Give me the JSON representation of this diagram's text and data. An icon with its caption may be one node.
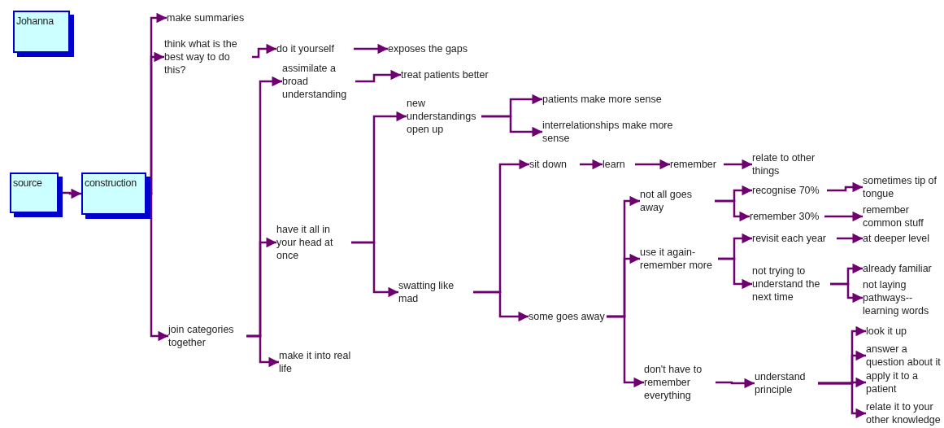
{
  "diagram": {
    "nodes": [
      {
        "text": [
          "Johanna"
        ]
      },
      {
        "text": [
          "source"
        ]
      },
      {
        "text": [
          "construction"
        ]
      },
      {
        "text": [
          "make summaries"
        ]
      },
      {
        "text": [
          "think what is the best way to do this?"
        ]
      },
      {
        "text": [
          "do it yourself"
        ]
      },
      {
        "text": [
          "exposes the gaps"
        ]
      },
      {
        "text": [
          "assimilate a broad understanding"
        ]
      },
      {
        "text": [
          "treat patients better"
        ]
      },
      {
        "text": [
          "new understandings open up"
        ]
      },
      {
        "text": [
          "patients make more sense"
        ]
      },
      {
        "text": [
          "interrelationships make more sense"
        ]
      },
      {
        "text": [
          "sit down"
        ]
      },
      {
        "text": [
          "learn"
        ]
      },
      {
        "text": [
          "remember"
        ]
      },
      {
        "text": [
          "relate to other things"
        ]
      },
      {
        "text": [
          "have it all in your head at once"
        ]
      },
      {
        "text": [
          "not all goes away"
        ]
      },
      {
        "text": [
          "recognise 70%"
        ]
      },
      {
        "text": [
          "sometimes tip of tongue"
        ]
      },
      {
        "text": [
          "remember 30%"
        ]
      },
      {
        "text": [
          "remember common stuff"
        ]
      },
      {
        "text": [
          "revisit each year"
        ]
      },
      {
        "text": [
          "at deeper level"
        ]
      },
      {
        "text": [
          "use it again-remember more"
        ]
      },
      {
        "text": [
          "not trying to understand the next time"
        ]
      },
      {
        "text": [
          "already familiar"
        ]
      },
      {
        "text": [
          "not laying pathways--learning words"
        ]
      },
      {
        "text": [
          "swatting like mad"
        ]
      },
      {
        "text": [
          "some goes away"
        ]
      },
      {
        "text": [
          "join categories together"
        ]
      },
      {
        "text": [
          "make it into real life"
        ]
      },
      {
        "text": [
          "don't have to remember everything"
        ]
      },
      {
        "text": [
          "understand principle"
        ]
      },
      {
        "text": [
          "look it up"
        ]
      },
      {
        "text": [
          "answer a question about it"
        ]
      },
      {
        "text": [
          "apply it to a patient"
        ]
      },
      {
        "text": [
          "relate it to your other knowledge"
        ]
      }
    ],
    "edges": [
      {
        "from": 1,
        "to": 2,
        "arrow": "to"
      },
      {
        "from": 2,
        "to": 3,
        "arrow": "to"
      },
      {
        "from": 2,
        "to": 4,
        "arrow": "to"
      },
      {
        "from": 2,
        "to": 30,
        "arrow": "to"
      },
      {
        "from": 4,
        "to": 5,
        "arrow": "to"
      },
      {
        "from": 5,
        "to": 6,
        "arrow": "to"
      },
      {
        "from": 30,
        "to": 7,
        "arrow": "to"
      },
      {
        "from": 30,
        "to": 16,
        "arrow": "to"
      },
      {
        "from": 30,
        "to": 31,
        "arrow": "to"
      },
      {
        "from": 7,
        "to": 8,
        "arrow": "to"
      },
      {
        "from": 16,
        "to": 9,
        "arrow": "to"
      },
      {
        "from": 16,
        "to": 28,
        "arrow": "to"
      },
      {
        "from": 9,
        "to": 10,
        "arrow": "to"
      },
      {
        "from": 9,
        "to": 11,
        "arrow": "to"
      },
      {
        "from": 28,
        "to": 12,
        "arrow": "to"
      },
      {
        "from": 28,
        "to": 29,
        "arrow": "to"
      },
      {
        "from": 12,
        "to": 13,
        "arrow": "to"
      },
      {
        "from": 13,
        "to": 14,
        "arrow": "to"
      },
      {
        "from": 14,
        "to": 15,
        "arrow": "to"
      },
      {
        "from": 29,
        "to": 17,
        "arrow": "to"
      },
      {
        "from": 29,
        "to": 24,
        "arrow": "to"
      },
      {
        "from": 29,
        "to": 32,
        "arrow": "to"
      },
      {
        "from": 17,
        "to": 18,
        "arrow": "to"
      },
      {
        "from": 17,
        "to": 20,
        "arrow": "to"
      },
      {
        "from": 18,
        "to": 19,
        "arrow": "to"
      },
      {
        "from": 20,
        "to": 21,
        "arrow": "to"
      },
      {
        "from": 24,
        "to": 22,
        "arrow": "to"
      },
      {
        "from": 24,
        "to": 25,
        "arrow": "to"
      },
      {
        "from": 22,
        "to": 23,
        "arrow": "to"
      },
      {
        "from": 25,
        "to": 26,
        "arrow": "to"
      },
      {
        "from": 25,
        "to": 27,
        "arrow": "to"
      },
      {
        "from": 32,
        "to": 33,
        "arrow": "to"
      },
      {
        "from": 33,
        "to": 34,
        "arrow": "to"
      },
      {
        "from": 33,
        "to": 35,
        "arrow": "to"
      },
      {
        "from": 33,
        "to": 36,
        "arrow": "to"
      },
      {
        "from": 33,
        "to": 37,
        "arrow": "to"
      }
    ]
  }
}
